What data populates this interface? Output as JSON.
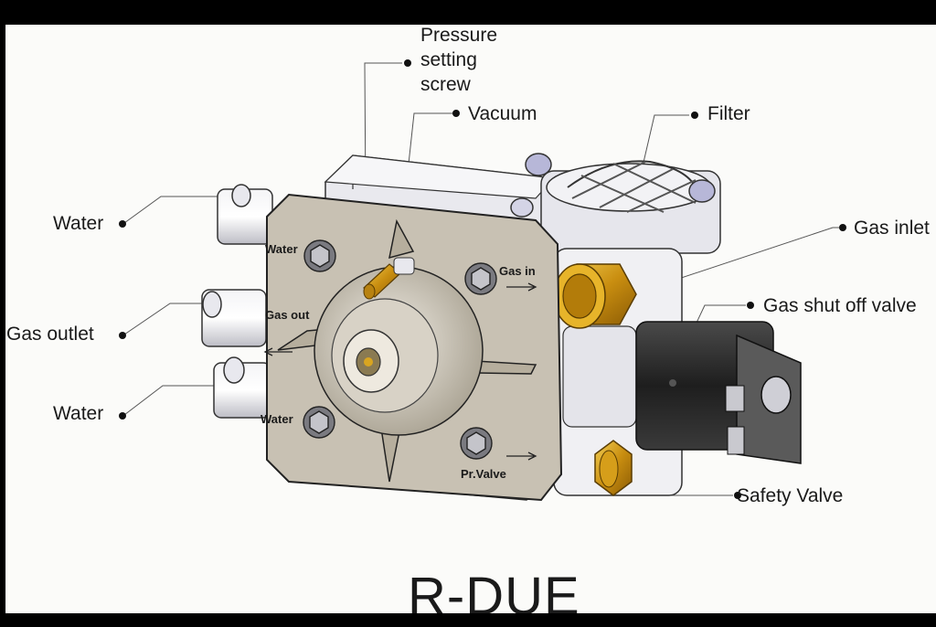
{
  "labels": {
    "pressure_line1": "Pressure",
    "pressure_line2": "setting",
    "pressure_line3": "screw",
    "vacuum": "Vacuum",
    "filter": "Filter",
    "gas_inlet": "Gas inlet",
    "gas_shut_off_valve": "Gas shut off valve",
    "safety_valve": "Safety Valve",
    "water_top": "Water",
    "gas_outlet": "Gas outlet",
    "water_bottom": "Water"
  },
  "plate_text": {
    "water_top": "Water",
    "gas_out": "Gas out",
    "water_bottom": "Water",
    "gas_in": "Gas in",
    "pr_valve": "Pr.Valve"
  },
  "title": "R-DUE",
  "colors": {
    "frame": "#000000",
    "background": "#fbfbf9",
    "plate": "#c8c1b3",
    "brass": "#d8a21c",
    "metal": "#e4e4ea",
    "coil": "#2a2a2a"
  }
}
